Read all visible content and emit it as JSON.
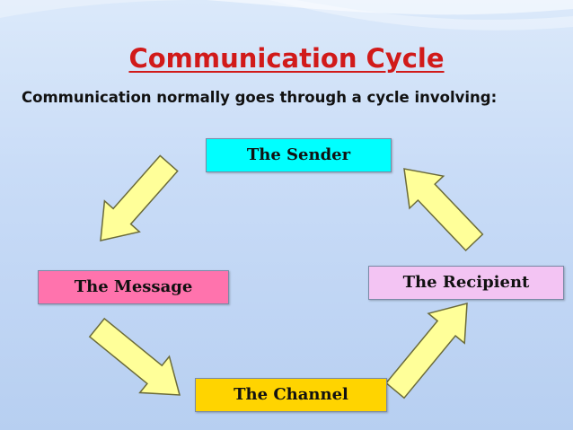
{
  "slide": {
    "title": "Communication Cycle",
    "subtitle": "Communication normally goes through a cycle involving:"
  },
  "nodes": {
    "sender": "The Sender",
    "message": "The Message",
    "channel": "The Channel",
    "recipient": "The Recipient"
  },
  "colors": {
    "title": "#d11a1a",
    "sender_fill": "#00ffff",
    "message_fill": "#ff73ad",
    "recipient_fill": "#f3c4f3",
    "channel_fill": "#ffd400",
    "arrow_fill": "#ffff99",
    "arrow_stroke": "#6b6b3a"
  }
}
